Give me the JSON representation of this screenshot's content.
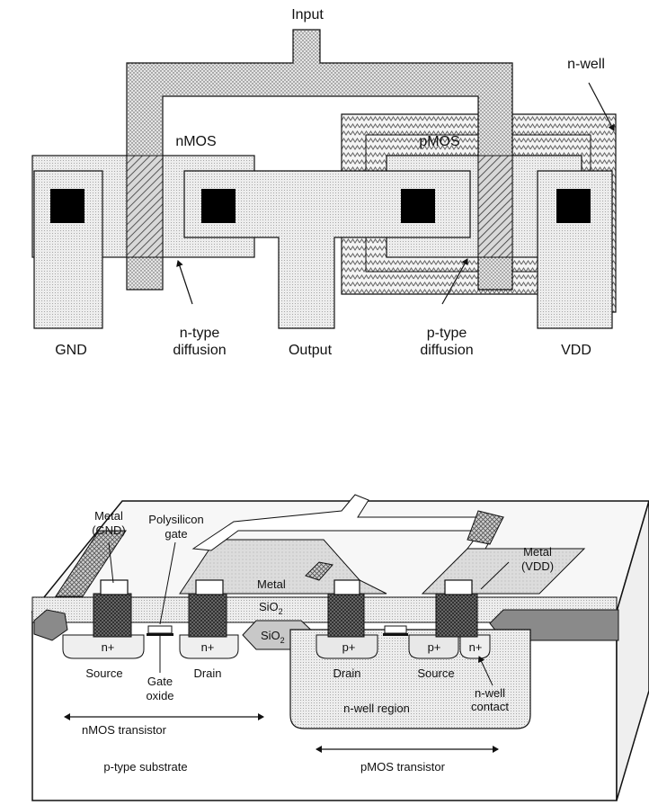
{
  "layout": {
    "input": "Input",
    "n_well": "n-well",
    "nmos": "nMOS",
    "pmos": "pMOS",
    "gnd": "GND",
    "n_type_line1": "n-type",
    "n_type_line2": "diffusion",
    "output": "Output",
    "p_type_line1": "p-type",
    "p_type_line2": "diffusion",
    "vdd": "VDD"
  },
  "cross_section": {
    "metal_gnd_line1": "Metal",
    "metal_gnd_line2": "(GND)",
    "poly_line1": "Polysilicon",
    "poly_line2": "gate",
    "metal_mid": "Metal",
    "sio2_upper_base": "SiO",
    "sio2_upper_sub": "2",
    "sio2_lower_base": "SiO",
    "sio2_lower_sub": "2",
    "metal_vdd_line1": "Metal",
    "metal_vdd_line2": "(VDD)",
    "n_plus_source": "n+",
    "n_plus_drain": "n+",
    "p_plus_drain": "p+",
    "p_plus_source": "p+",
    "n_plus_contact": "n+",
    "source_n": "Source",
    "drain_n": "Drain",
    "drain_p": "Drain",
    "source_p": "Source",
    "gate_oxide_line1": "Gate",
    "gate_oxide_line2": "oxide",
    "nwell_region": "n-well region",
    "nwell_contact_line1": "n-well",
    "nwell_contact_line2": "contact",
    "nmos_transistor": "nMOS transistor",
    "pmos_transistor": "pMOS transistor",
    "p_substrate": "p-type substrate"
  }
}
